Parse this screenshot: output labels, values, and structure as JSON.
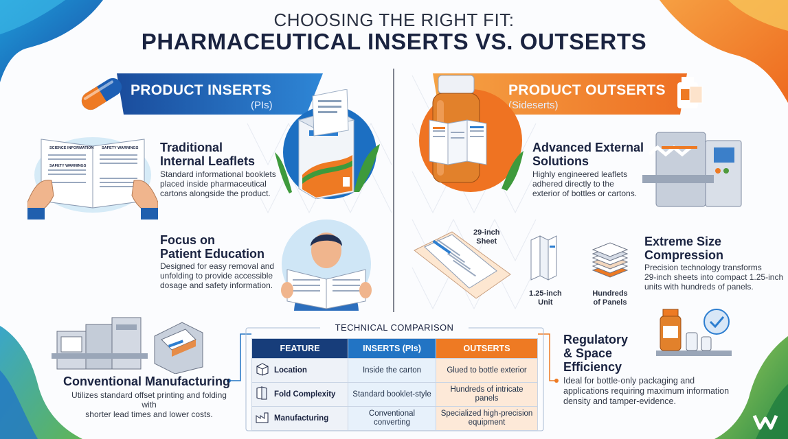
{
  "header": {
    "kicker": "CHOOSING THE RIGHT FIT:",
    "title": "PHARMACEUTICAL INSERTS VS. OUTSERTS"
  },
  "inserts": {
    "banner_title": "PRODUCT INSERTS",
    "banner_sub": "(PIs)",
    "feature1": {
      "title": "Traditional Internal Leaflets",
      "title_l1": "Traditional",
      "title_l2": "Internal Leaflets",
      "text_l1": "Standard informational booklets",
      "text_l2": "placed inside pharmaceutical",
      "text_l3": "cartons alongside the product."
    },
    "feature2": {
      "title_l1": "Focus on",
      "title_l2": "Patient Education",
      "text_l1": "Designed for easy removal and",
      "text_l2": "unfolding to provide accessible",
      "text_l3": "dosage and safety information."
    },
    "leaflet_labels": [
      "SCIENCE INFORMATION",
      "SAFETY WARNINGS",
      "SAFETY WARNINGS"
    ],
    "feature3": {
      "title": "Conventional Manufacturing",
      "text_l1": "Utilizes standard offset printing and folding with",
      "text_l2": "shorter lead times and lower costs."
    }
  },
  "outserts": {
    "banner_title": "PRODUCT OUTSERTS",
    "banner_sub": "(Sideserts)",
    "feature1": {
      "title_l1": "Advanced External",
      "title_l2": "Solutions",
      "text_l1": "Highly engineered leaflets",
      "text_l2": "adhered directly to the",
      "text_l3": "exterior of bottles or cartons."
    },
    "feature2": {
      "title_l1": "Extreme Size",
      "title_l2": "Compression",
      "text_l1": "Precision technology transforms",
      "text_l2": "29-inch sheets into compact 1.25-inch",
      "text_l3": "units with hundreds of panels."
    },
    "sheet_label_l1": "29-inch",
    "sheet_label_l2": "Sheet",
    "unit_label_l1": "1.25-inch",
    "unit_label_l2": "Unit",
    "panels_label_l1": "Hundreds",
    "panels_label_l2": "of Panels",
    "feature3": {
      "title_l1": "Regulatory",
      "title_l2": "& Space",
      "title_l3": "Efficiency",
      "text_l1": "Ideal for bottle-only packaging and",
      "text_l2": "applications requiring maximum information",
      "text_l3": "density and tamper-evidence."
    }
  },
  "comparison": {
    "title": "TECHNICAL COMPARISON",
    "headers": [
      "FEATURE",
      "INSERTS (PIs)",
      "OUTSERTS"
    ],
    "rows": [
      {
        "feature": "Location",
        "inserts": "Inside the carton",
        "outserts": "Glued to bottle exterior",
        "icon": "box-icon"
      },
      {
        "feature": "Fold Complexity",
        "inserts": "Standard booklet-style",
        "outserts": "Hundreds of intricate panels",
        "icon": "folded-paper-icon"
      },
      {
        "feature": "Manufacturing",
        "inserts": "Conventional converting",
        "outserts_l1": "Specialized high-precision",
        "outserts_l2": "equipment",
        "icon": "factory-icon"
      }
    ]
  },
  "colors": {
    "blue": "#1f6fc2",
    "navy": "#173d7a",
    "orange": "#ee7a23",
    "green": "#4f9a3c"
  },
  "logo": "W"
}
